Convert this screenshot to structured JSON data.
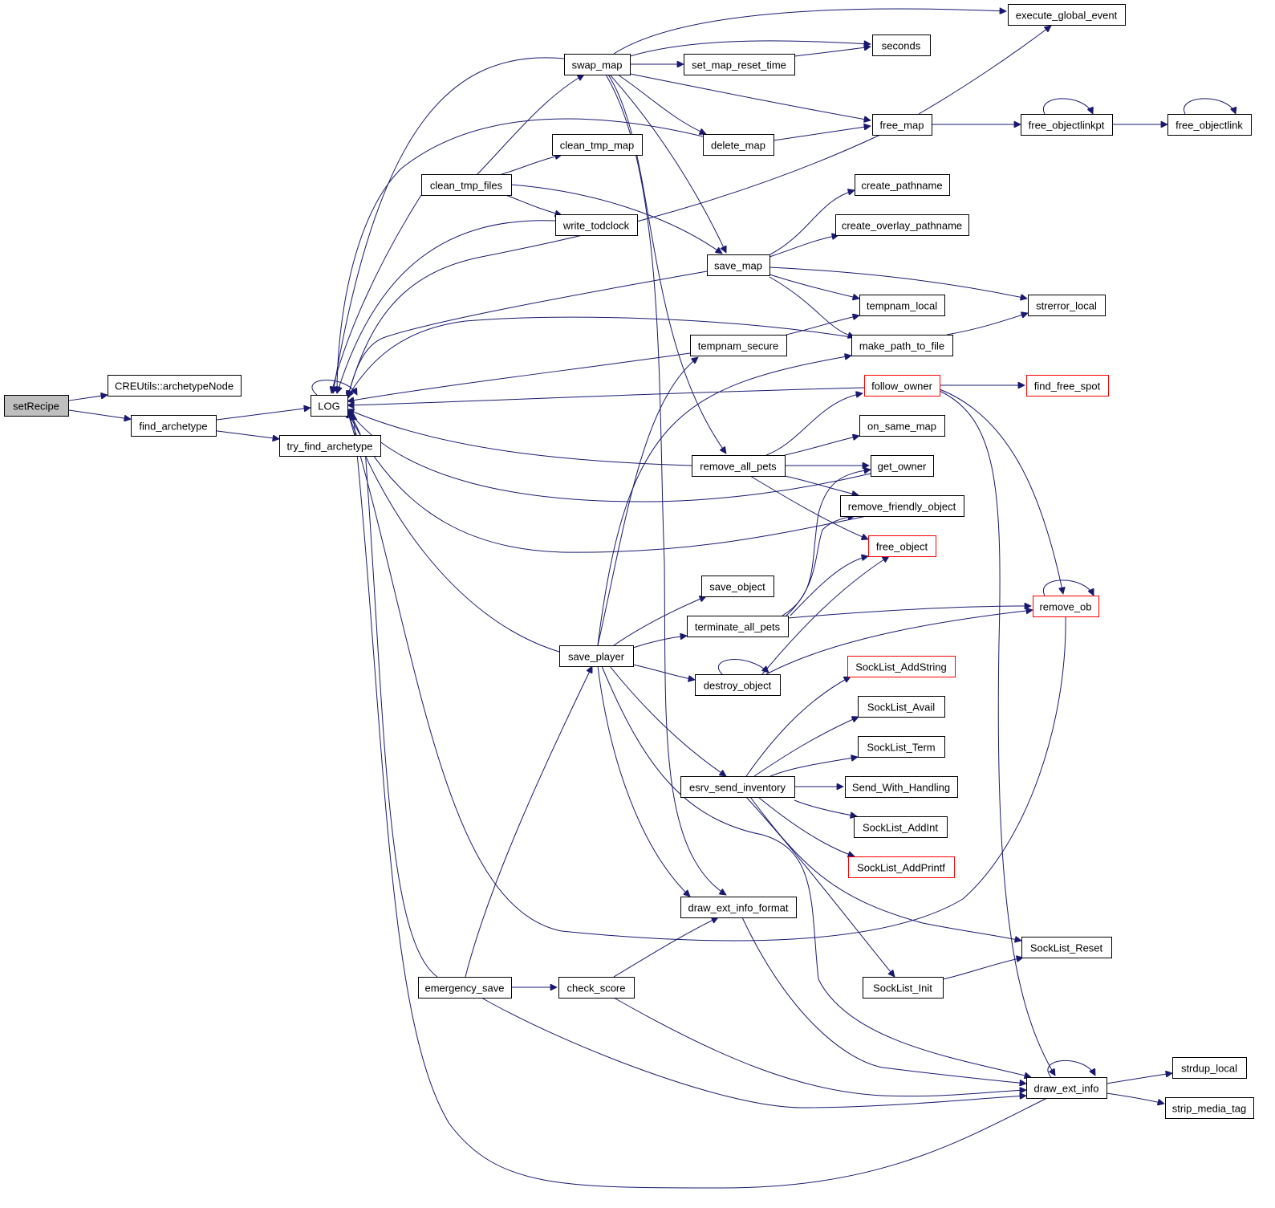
{
  "diagram": {
    "type": "call-graph",
    "colors": {
      "edge": "#191970",
      "root_fill": "#bfbfbf",
      "truncated_border": "#ff0000",
      "node_border": "#000000"
    },
    "nodes": [
      {
        "id": "setRecipe",
        "label": "setRecipe",
        "style": "root"
      },
      {
        "id": "archetypeNode",
        "label": "CREUtils::archetypeNode",
        "style": "normal"
      },
      {
        "id": "find_archetype",
        "label": "find_archetype",
        "style": "normal"
      },
      {
        "id": "LOG",
        "label": "LOG",
        "style": "normal"
      },
      {
        "id": "try_find_archetype",
        "label": "try_find_archetype",
        "style": "normal"
      },
      {
        "id": "swap_map",
        "label": "swap_map",
        "style": "normal"
      },
      {
        "id": "execute_global_event",
        "label": "execute_global_event",
        "style": "normal"
      },
      {
        "id": "seconds",
        "label": "seconds",
        "style": "normal"
      },
      {
        "id": "set_map_reset_time",
        "label": "set_map_reset_time",
        "style": "normal"
      },
      {
        "id": "free_map",
        "label": "free_map",
        "style": "normal"
      },
      {
        "id": "free_objectlinkpt",
        "label": "free_objectlinkpt",
        "style": "normal"
      },
      {
        "id": "free_objectlink",
        "label": "free_objectlink",
        "style": "normal"
      },
      {
        "id": "delete_map",
        "label": "delete_map",
        "style": "normal"
      },
      {
        "id": "clean_tmp_map",
        "label": "clean_tmp_map",
        "style": "normal"
      },
      {
        "id": "clean_tmp_files",
        "label": "clean_tmp_files",
        "style": "normal"
      },
      {
        "id": "write_todclock",
        "label": "write_todclock",
        "style": "normal"
      },
      {
        "id": "create_pathname",
        "label": "create_pathname",
        "style": "normal"
      },
      {
        "id": "create_overlay_pathname",
        "label": "create_overlay_pathname",
        "style": "normal"
      },
      {
        "id": "save_map",
        "label": "save_map",
        "style": "normal"
      },
      {
        "id": "tempnam_local",
        "label": "tempnam_local",
        "style": "normal"
      },
      {
        "id": "strerror_local",
        "label": "strerror_local",
        "style": "normal"
      },
      {
        "id": "tempnam_secure",
        "label": "tempnam_secure",
        "style": "normal"
      },
      {
        "id": "make_path_to_file",
        "label": "make_path_to_file",
        "style": "normal"
      },
      {
        "id": "follow_owner",
        "label": "follow_owner",
        "style": "truncated"
      },
      {
        "id": "find_free_spot",
        "label": "find_free_spot",
        "style": "truncated"
      },
      {
        "id": "on_same_map",
        "label": "on_same_map",
        "style": "normal"
      },
      {
        "id": "remove_all_pets",
        "label": "remove_all_pets",
        "style": "normal"
      },
      {
        "id": "get_owner",
        "label": "get_owner",
        "style": "normal"
      },
      {
        "id": "remove_friendly_object",
        "label": "remove_friendly_object",
        "style": "normal"
      },
      {
        "id": "free_object",
        "label": "free_object",
        "style": "truncated"
      },
      {
        "id": "save_object",
        "label": "save_object",
        "style": "normal"
      },
      {
        "id": "remove_ob",
        "label": "remove_ob",
        "style": "truncated"
      },
      {
        "id": "terminate_all_pets",
        "label": "terminate_all_pets",
        "style": "normal"
      },
      {
        "id": "save_player",
        "label": "save_player",
        "style": "normal"
      },
      {
        "id": "destroy_object",
        "label": "destroy_object",
        "style": "normal"
      },
      {
        "id": "SockList_AddString",
        "label": "SockList_AddString",
        "style": "truncated"
      },
      {
        "id": "SockList_Avail",
        "label": "SockList_Avail",
        "style": "normal"
      },
      {
        "id": "SockList_Term",
        "label": "SockList_Term",
        "style": "normal"
      },
      {
        "id": "esrv_send_inventory",
        "label": "esrv_send_inventory",
        "style": "normal"
      },
      {
        "id": "Send_With_Handling",
        "label": "Send_With_Handling",
        "style": "normal"
      },
      {
        "id": "SockList_AddInt",
        "label": "SockList_AddInt",
        "style": "normal"
      },
      {
        "id": "SockList_AddPrintf",
        "label": "SockList_AddPrintf",
        "style": "truncated"
      },
      {
        "id": "draw_ext_info_format",
        "label": "draw_ext_info_format",
        "style": "normal"
      },
      {
        "id": "SockList_Reset",
        "label": "SockList_Reset",
        "style": "normal"
      },
      {
        "id": "emergency_save",
        "label": "emergency_save",
        "style": "normal"
      },
      {
        "id": "check_score",
        "label": "check_score",
        "style": "normal"
      },
      {
        "id": "SockList_Init",
        "label": "SockList_Init",
        "style": "normal"
      },
      {
        "id": "draw_ext_info",
        "label": "draw_ext_info",
        "style": "normal"
      },
      {
        "id": "strdup_local",
        "label": "strdup_local",
        "style": "normal"
      },
      {
        "id": "strip_media_tag",
        "label": "strip_media_tag",
        "style": "normal"
      }
    ],
    "edges": [
      [
        "setRecipe",
        "archetypeNode"
      ],
      [
        "setRecipe",
        "find_archetype"
      ],
      [
        "find_archetype",
        "LOG"
      ],
      [
        "find_archetype",
        "try_find_archetype"
      ],
      [
        "LOG",
        "LOG"
      ],
      [
        "swap_map",
        "LOG"
      ],
      [
        "swap_map",
        "execute_global_event"
      ],
      [
        "swap_map",
        "seconds"
      ],
      [
        "swap_map",
        "set_map_reset_time"
      ],
      [
        "swap_map",
        "free_map"
      ],
      [
        "swap_map",
        "delete_map"
      ],
      [
        "swap_map",
        "save_map"
      ],
      [
        "swap_map",
        "remove_all_pets"
      ],
      [
        "swap_map",
        "draw_ext_info_format"
      ],
      [
        "set_map_reset_time",
        "seconds"
      ],
      [
        "free_map",
        "execute_global_event"
      ],
      [
        "free_map",
        "free_objectlinkpt"
      ],
      [
        "free_map",
        "LOG"
      ],
      [
        "free_objectlinkpt",
        "free_objectlinkpt"
      ],
      [
        "free_objectlinkpt",
        "free_objectlink"
      ],
      [
        "free_objectlink",
        "free_objectlink"
      ],
      [
        "delete_map",
        "free_map"
      ],
      [
        "delete_map",
        "LOG"
      ],
      [
        "clean_tmp_files",
        "swap_map"
      ],
      [
        "clean_tmp_files",
        "clean_tmp_map"
      ],
      [
        "clean_tmp_files",
        "write_todclock"
      ],
      [
        "clean_tmp_files",
        "save_map"
      ],
      [
        "clean_tmp_files",
        "LOG"
      ],
      [
        "write_todclock",
        "LOG"
      ],
      [
        "save_map",
        "create_pathname"
      ],
      [
        "save_map",
        "create_overlay_pathname"
      ],
      [
        "save_map",
        "strerror_local"
      ],
      [
        "save_map",
        "tempnam_local"
      ],
      [
        "save_map",
        "make_path_to_file"
      ],
      [
        "save_map",
        "LOG"
      ],
      [
        "tempnam_secure",
        "tempnam_local"
      ],
      [
        "tempnam_secure",
        "LOG"
      ],
      [
        "make_path_to_file",
        "strerror_local"
      ],
      [
        "make_path_to_file",
        "LOG"
      ],
      [
        "follow_owner",
        "find_free_spot"
      ],
      [
        "follow_owner",
        "remove_ob"
      ],
      [
        "follow_owner",
        "draw_ext_info"
      ],
      [
        "follow_owner",
        "LOG"
      ],
      [
        "remove_all_pets",
        "follow_owner"
      ],
      [
        "remove_all_pets",
        "on_same_map"
      ],
      [
        "remove_all_pets",
        "get_owner"
      ],
      [
        "remove_all_pets",
        "remove_friendly_object"
      ],
      [
        "remove_all_pets",
        "free_object"
      ],
      [
        "remove_all_pets",
        "LOG"
      ],
      [
        "get_owner",
        "LOG"
      ],
      [
        "remove_friendly_object",
        "LOG"
      ],
      [
        "terminate_all_pets",
        "get_owner"
      ],
      [
        "terminate_all_pets",
        "remove_friendly_object"
      ],
      [
        "terminate_all_pets",
        "free_object"
      ],
      [
        "terminate_all_pets",
        "remove_ob"
      ],
      [
        "remove_ob",
        "remove_ob"
      ],
      [
        "remove_ob",
        "LOG"
      ],
      [
        "save_player",
        "LOG"
      ],
      [
        "save_player",
        "tempnam_secure"
      ],
      [
        "save_player",
        "make_path_to_file"
      ],
      [
        "save_player",
        "save_object"
      ],
      [
        "save_player",
        "terminate_all_pets"
      ],
      [
        "save_player",
        "destroy_object"
      ],
      [
        "save_player",
        "esrv_send_inventory"
      ],
      [
        "save_player",
        "draw_ext_info_format"
      ],
      [
        "save_player",
        "draw_ext_info"
      ],
      [
        "destroy_object",
        "destroy_object"
      ],
      [
        "destroy_object",
        "free_object"
      ],
      [
        "destroy_object",
        "remove_ob"
      ],
      [
        "esrv_send_inventory",
        "SockList_AddString"
      ],
      [
        "esrv_send_inventory",
        "SockList_Avail"
      ],
      [
        "esrv_send_inventory",
        "SockList_Term"
      ],
      [
        "esrv_send_inventory",
        "Send_With_Handling"
      ],
      [
        "esrv_send_inventory",
        "SockList_AddInt"
      ],
      [
        "esrv_send_inventory",
        "SockList_AddPrintf"
      ],
      [
        "esrv_send_inventory",
        "SockList_Reset"
      ],
      [
        "esrv_send_inventory",
        "SockList_Init"
      ],
      [
        "SockList_Init",
        "SockList_Reset"
      ],
      [
        "emergency_save",
        "save_player"
      ],
      [
        "emergency_save",
        "check_score"
      ],
      [
        "emergency_save",
        "draw_ext_info"
      ],
      [
        "emergency_save",
        "LOG"
      ],
      [
        "check_score",
        "draw_ext_info_format"
      ],
      [
        "check_score",
        "draw_ext_info"
      ],
      [
        "draw_ext_info_format",
        "draw_ext_info"
      ],
      [
        "draw_ext_info",
        "draw_ext_info"
      ],
      [
        "draw_ext_info",
        "strdup_local"
      ],
      [
        "draw_ext_info",
        "strip_media_tag"
      ],
      [
        "draw_ext_info",
        "LOG"
      ]
    ]
  }
}
